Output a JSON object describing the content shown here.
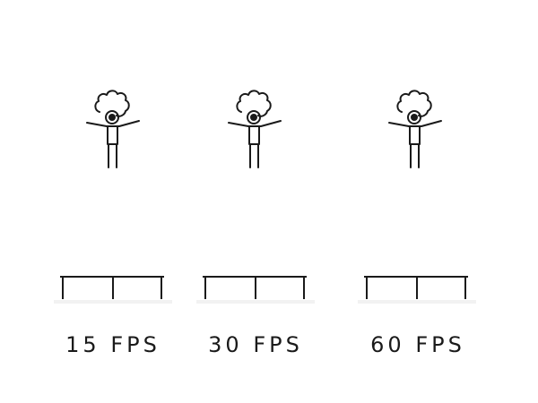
{
  "colors": {
    "stroke": "#1a1a1a",
    "background": "#ffffff",
    "shadow": "#f2f2f2"
  },
  "columns": [
    {
      "label": "15 FPS",
      "icon": "jumping-stick-figure-icon",
      "platform_icon": "trampoline-icon"
    },
    {
      "label": "30 FPS",
      "icon": "jumping-stick-figure-icon",
      "platform_icon": "trampoline-icon"
    },
    {
      "label": "60 FPS",
      "icon": "jumping-stick-figure-icon",
      "platform_icon": "trampoline-icon"
    }
  ]
}
